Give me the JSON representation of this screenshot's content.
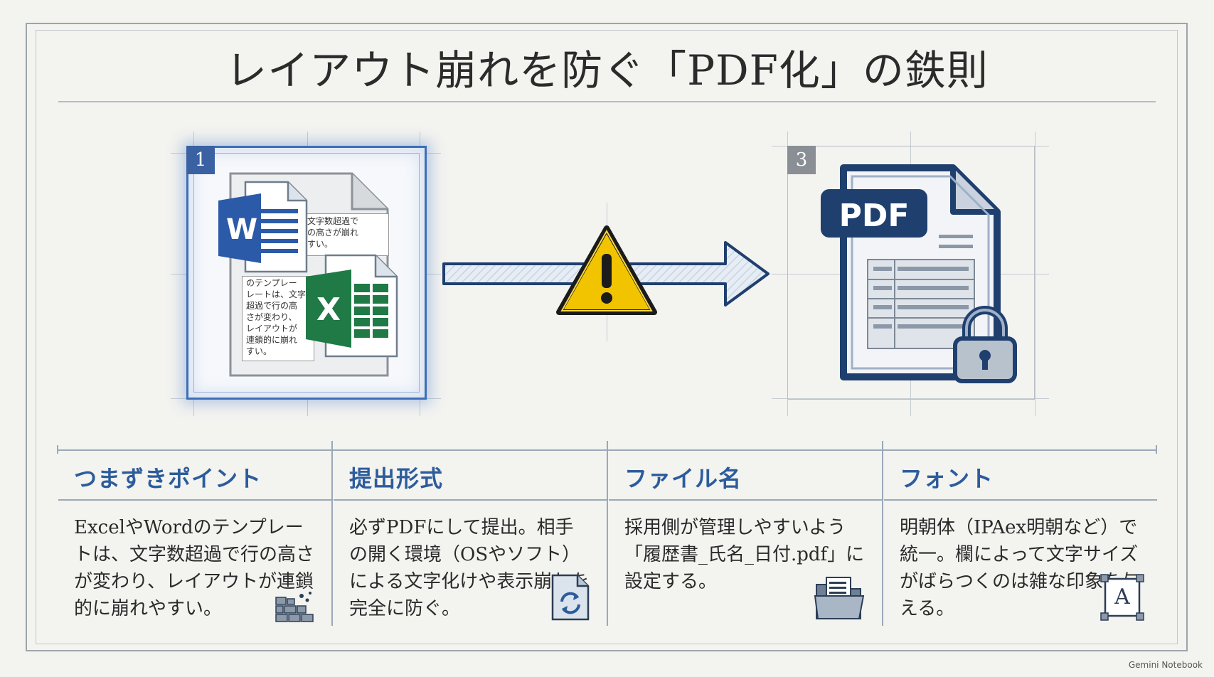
{
  "title": "レイアウト崩れを防ぐ「PDF化」の鉄則",
  "steps": [
    {
      "number": "1"
    },
    {
      "number": "3"
    }
  ],
  "doc_snippets": {
    "top": [
      "文字数超過で",
      "の高さが崩れ",
      "すい。"
    ],
    "bottom": [
      "のテンプレー",
      "レートは、文字",
      "超過で行の高",
      "さが変わり、",
      "レイアウトが",
      "連鎖的に崩れ",
      "すい。"
    ]
  },
  "app_icons": {
    "word": "W",
    "excel": "X",
    "pdf": "PDF"
  },
  "columns": [
    {
      "heading": "つまずきポイント",
      "body": "ExcelやWordのテンプレートは、文字数超過で行の高さが変わり、レイアウトが連鎖的に崩れやすい。",
      "icon": "crumbling-wall-icon"
    },
    {
      "heading": "提出形式",
      "body": "必ずPDFにして提出。相手の開く環境（OSやソフト）による文字化けや表示崩れを完全に防ぐ。",
      "icon": "sync-document-icon"
    },
    {
      "heading": "ファイル名",
      "body": "採用側が管理しやすいよう「履歴書_氏名_日付.pdf」に設定する。",
      "icon": "folder-document-icon"
    },
    {
      "heading": "フォント",
      "body": "明朝体（IPAex明朝など）で統一。欄によって文字サイズがばらつくのは雑な印象を与える。",
      "icon": "font-box-icon",
      "icon_letter": "A"
    }
  ],
  "footer": "Gemini Notebook",
  "colors": {
    "accent_blue": "#2c5c9c",
    "panel_blue": "#3c6fb6",
    "warning_yellow": "#f2c400",
    "excel_green": "#1f7a45",
    "word_blue": "#2b5aa8",
    "pdf_navy": "#1f3f6e"
  }
}
